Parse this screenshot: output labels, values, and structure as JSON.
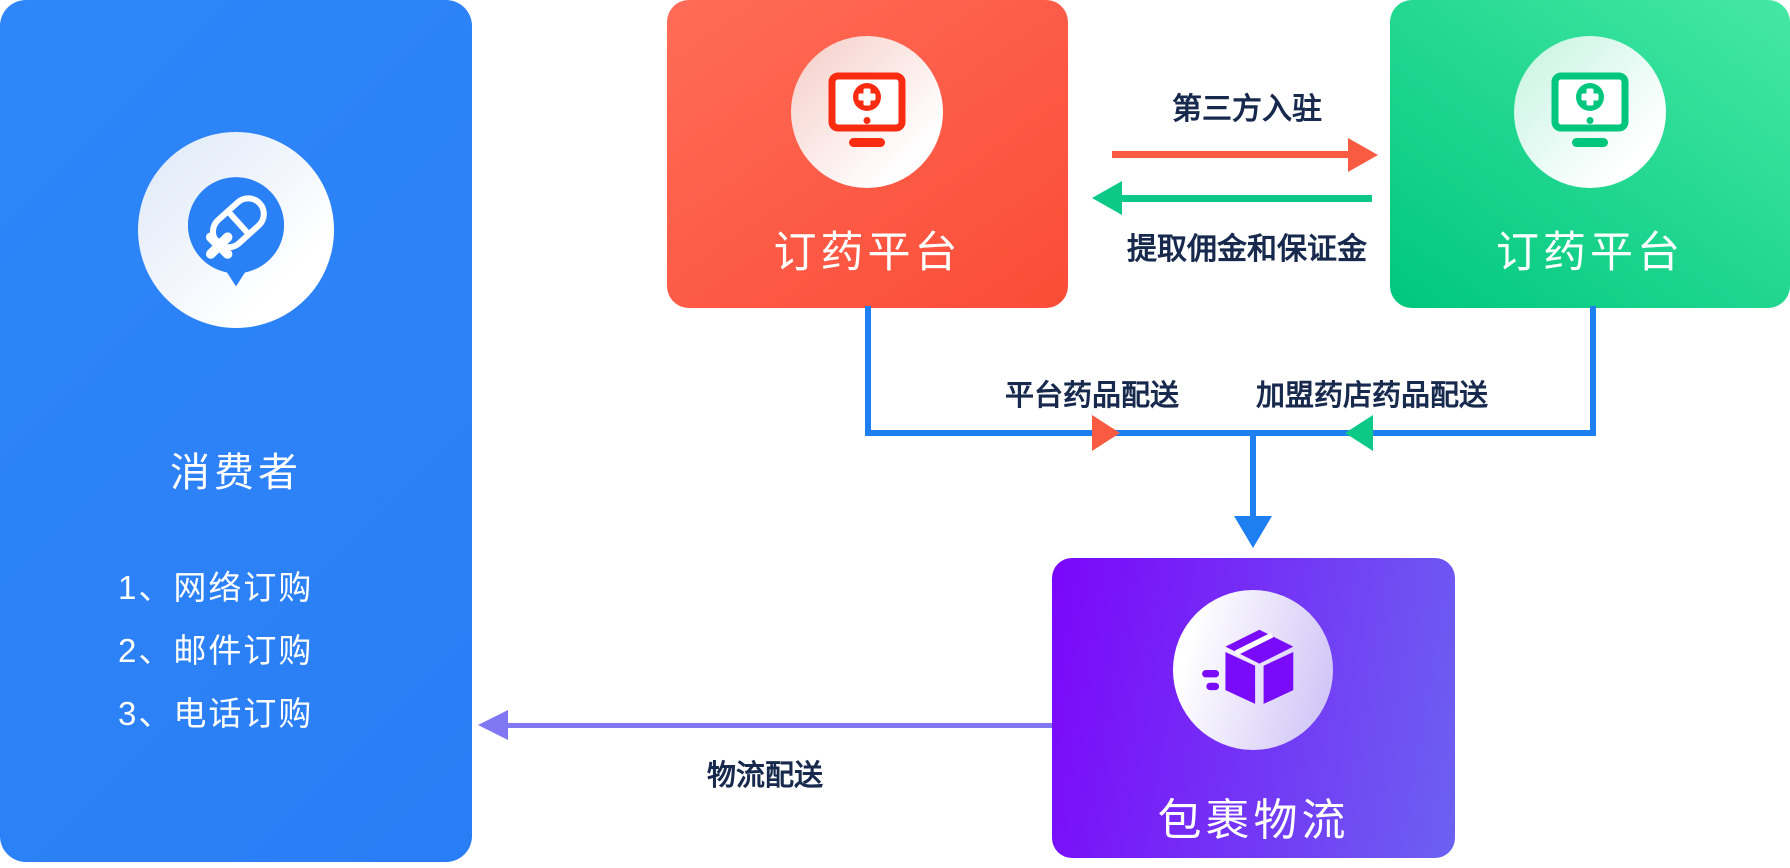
{
  "diagram": {
    "consumer": {
      "title": "消费者",
      "items": [
        "1、网络订购",
        "2、邮件订购",
        "3、电话订购"
      ],
      "icon": "pill-chat-bubble-icon"
    },
    "platform_main": {
      "title": "订药平台",
      "icon": "monitor-medical-cross-icon"
    },
    "platform_partner": {
      "title": "订药平台",
      "icon": "monitor-medical-cross-icon"
    },
    "logistics": {
      "title": "包裹物流",
      "icon": "shipping-box-icon"
    },
    "edges": {
      "third_party_join": "第三方入驻",
      "commission_deposit": "提取佣金和保证金",
      "platform_delivery": "平台药品配送",
      "franchise_delivery": "加盟药店药品配送",
      "logistics_delivery": "物流配送"
    },
    "colors": {
      "consumer_card": "#2b82f7",
      "platform_main_card": "#fc5a45",
      "platform_partner_card": "#00c87e",
      "logistics_card": "#7b07f9",
      "connector_blue": "#1e80f0",
      "arrow_red": "#f95b42",
      "arrow_green": "#0cc987",
      "arrow_purple": "#8078f2",
      "label_text": "#17294d",
      "card_text": "#ffffff"
    }
  }
}
